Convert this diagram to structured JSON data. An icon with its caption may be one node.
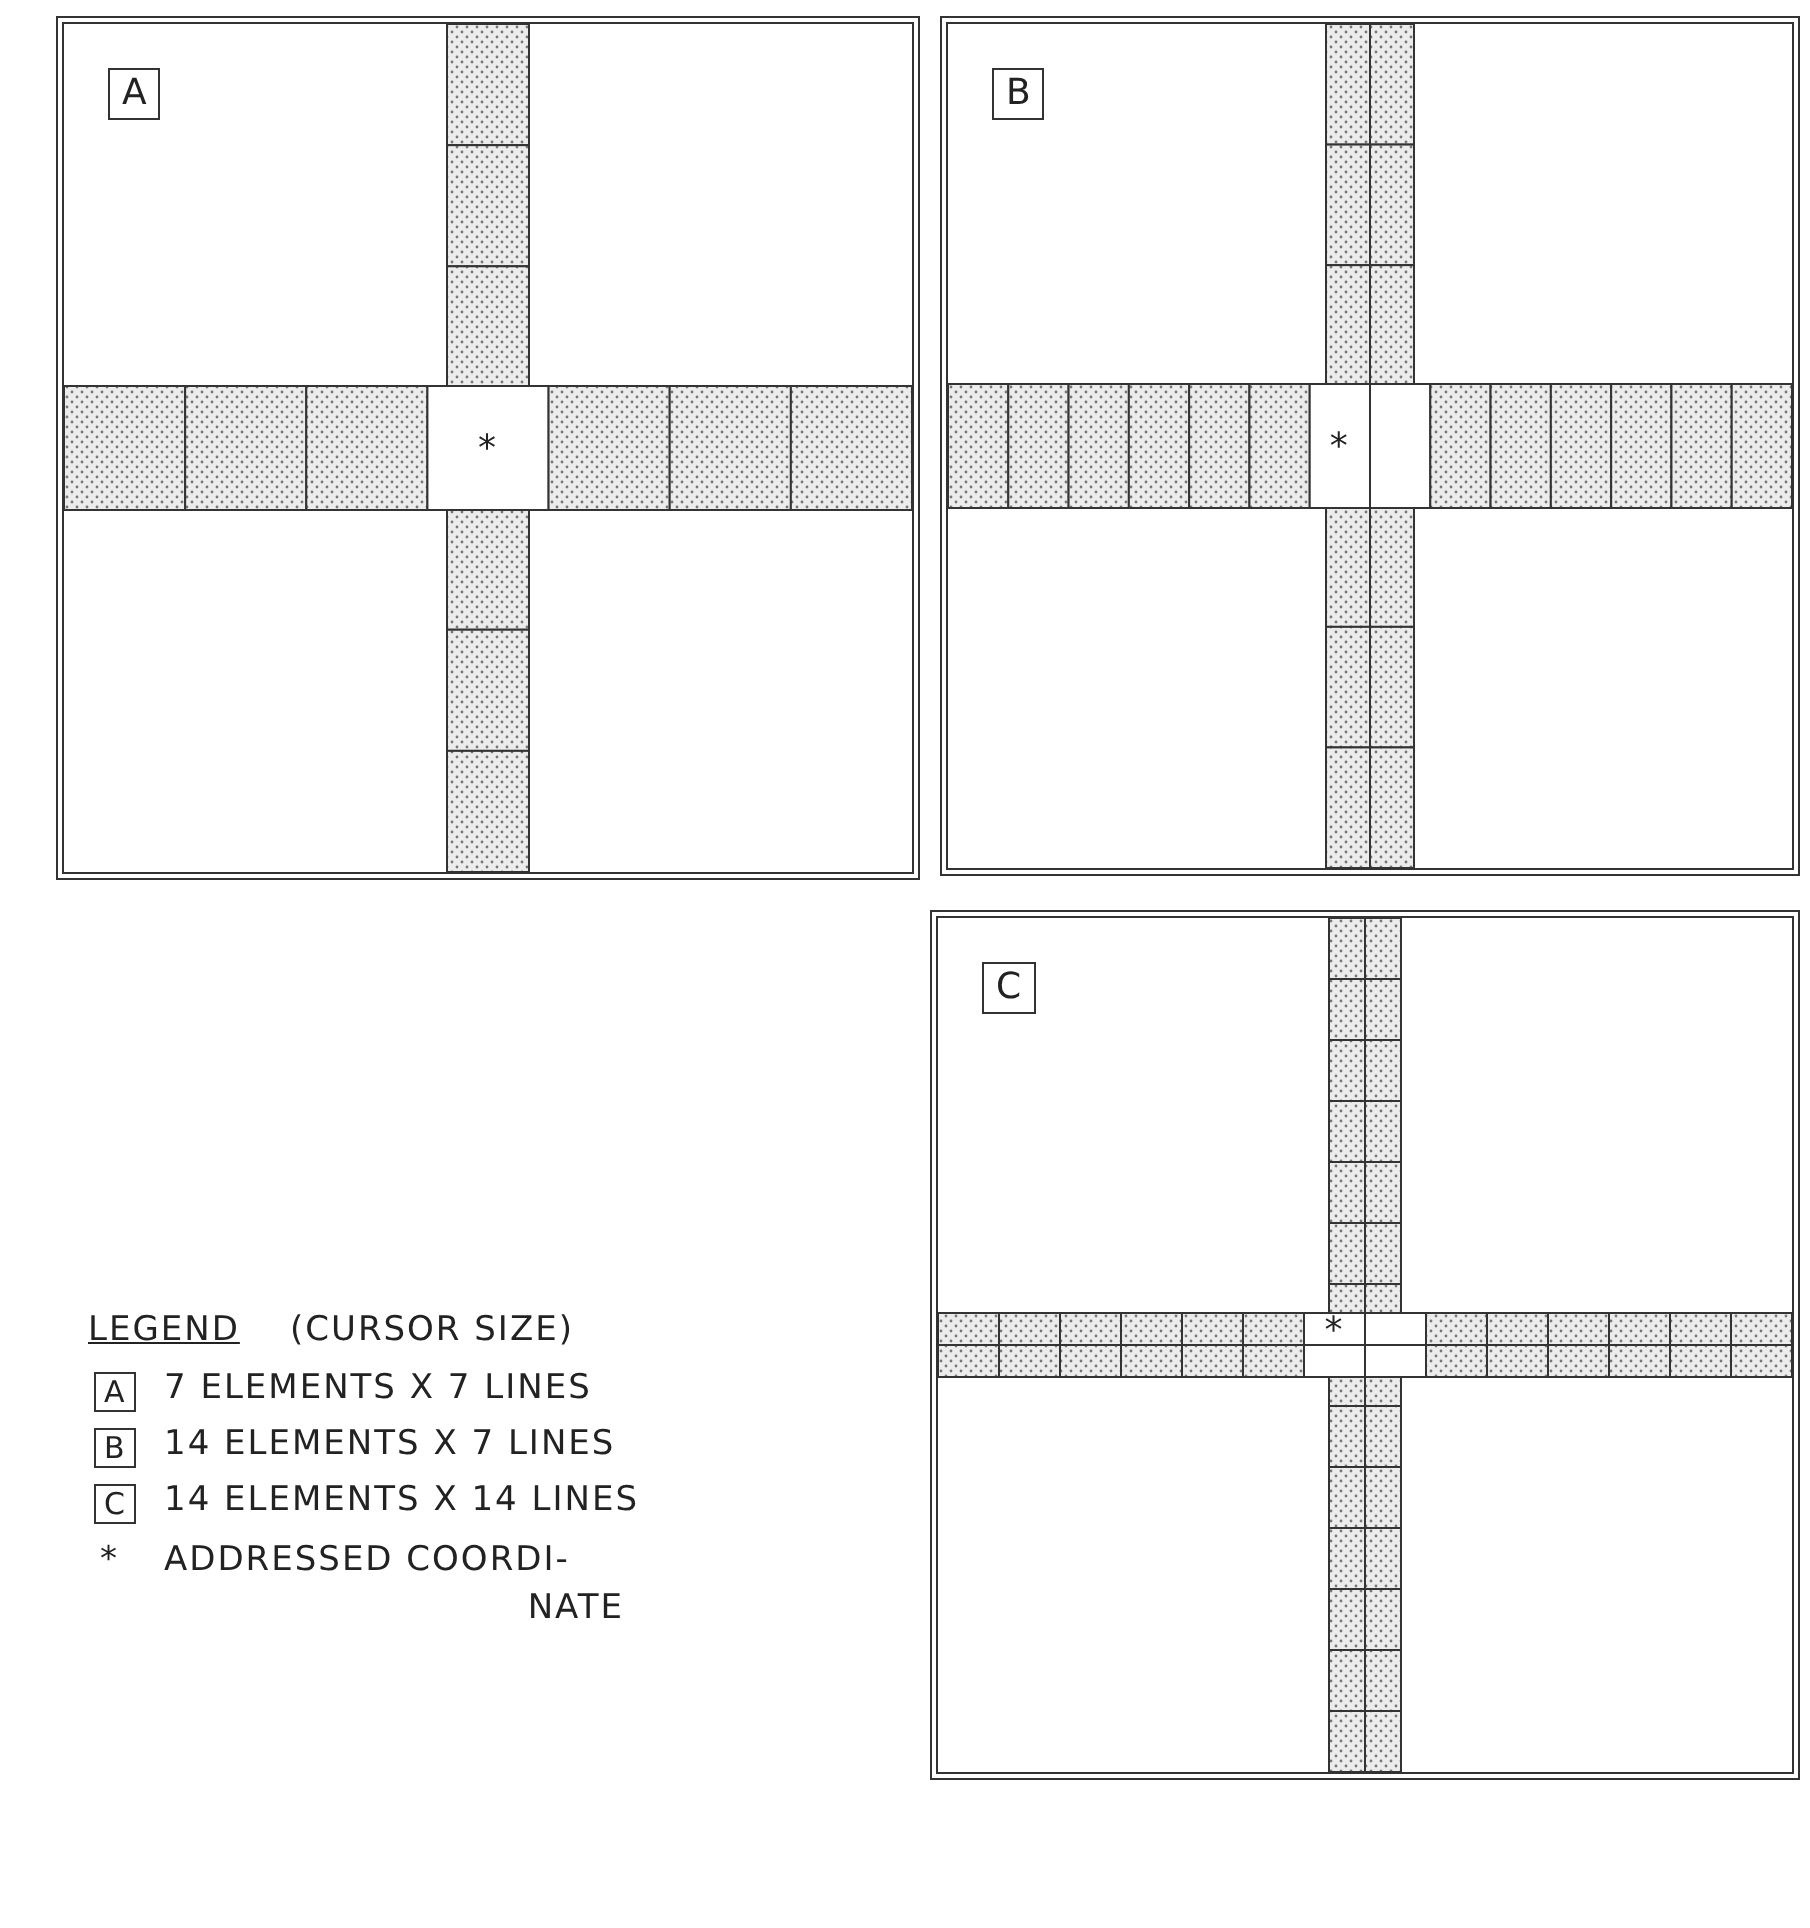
{
  "diagram": {
    "nodes": [
      {
        "text": [
          "A",
          "*"
        ]
      },
      {
        "text": [
          "B",
          "*"
        ]
      },
      {
        "text": [
          "C",
          "*"
        ]
      }
    ],
    "labels": [
      "LEGEND",
      "(CURSOR SIZE)",
      "A",
      "7 ELEMENTS X 7 LINES",
      "B",
      "14 ELEMENTS X 7 LINES",
      "C",
      "14 ELEMENTS X 14 LINES",
      "*",
      "ADDRESSED COORDI- NATE"
    ]
  }
}
